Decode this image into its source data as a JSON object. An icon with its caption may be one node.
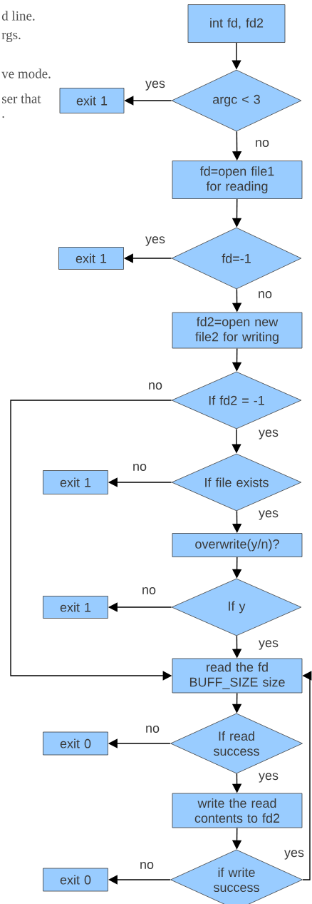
{
  "diagram": {
    "nodes": [
      {
        "text": [
          "int fd, fd2"
        ]
      },
      {
        "text": [
          "argc < 3"
        ]
      },
      {
        "text": [
          "exit 1"
        ]
      },
      {
        "text": [
          "fd=open file1 for reading"
        ]
      },
      {
        "text": [
          "fd=-1"
        ]
      },
      {
        "text": [
          "exit 1"
        ]
      },
      {
        "text": [
          "fd2=open new file2 for writing"
        ]
      },
      {
        "text": [
          "If fd2 = -1"
        ]
      },
      {
        "text": [
          "If file exists"
        ]
      },
      {
        "text": [
          "exit 1"
        ]
      },
      {
        "text": [
          "overwrite(y/n)?"
        ]
      },
      {
        "text": [
          "If y"
        ]
      },
      {
        "text": [
          "exit 1"
        ]
      },
      {
        "text": [
          "read the fd BUFF_SIZE size"
        ]
      },
      {
        "text": [
          "If read success"
        ]
      },
      {
        "text": [
          "exit 0"
        ]
      },
      {
        "text": [
          "write the read contents to fd2"
        ]
      },
      {
        "text": [
          "if write success"
        ]
      },
      {
        "text": [
          "exit 0"
        ]
      }
    ],
    "edges": [
      {
        "from": 0,
        "to": 1,
        "arrow": "to"
      },
      {
        "from": 1,
        "to": 2,
        "arrow": "to",
        "label": "yes"
      },
      {
        "from": 1,
        "to": 3,
        "arrow": "to",
        "label": "no"
      },
      {
        "from": 3,
        "to": 4,
        "arrow": "to"
      },
      {
        "from": 4,
        "to": 5,
        "arrow": "to",
        "label": "yes"
      },
      {
        "from": 4,
        "to": 6,
        "arrow": "to",
        "label": "no"
      },
      {
        "from": 6,
        "to": 7,
        "arrow": "to"
      },
      {
        "from": 7,
        "to": 13,
        "arrow": "to",
        "label": "no"
      },
      {
        "from": 7,
        "to": 8,
        "arrow": "to",
        "label": "yes"
      },
      {
        "from": 8,
        "to": 9,
        "arrow": "to",
        "label": "no"
      },
      {
        "from": 8,
        "to": 10,
        "arrow": "to",
        "label": "yes"
      },
      {
        "from": 10,
        "to": 11,
        "arrow": "to"
      },
      {
        "from": 11,
        "to": 12,
        "arrow": "to",
        "label": "no"
      },
      {
        "from": 11,
        "to": 13,
        "arrow": "to",
        "label": "yes"
      },
      {
        "from": 13,
        "to": 14,
        "arrow": "to"
      },
      {
        "from": 14,
        "to": 15,
        "arrow": "to",
        "label": "no"
      },
      {
        "from": 14,
        "to": 16,
        "arrow": "to",
        "label": "yes"
      },
      {
        "from": 16,
        "to": 17,
        "arrow": "to"
      },
      {
        "from": 17,
        "to": 18,
        "arrow": "to",
        "label": "no"
      },
      {
        "from": 17,
        "to": 13,
        "arrow": "to",
        "label": "yes"
      }
    ],
    "labels": [
      "d line.",
      "rgs.",
      "ve mode.",
      "ser that",
      "."
    ]
  }
}
